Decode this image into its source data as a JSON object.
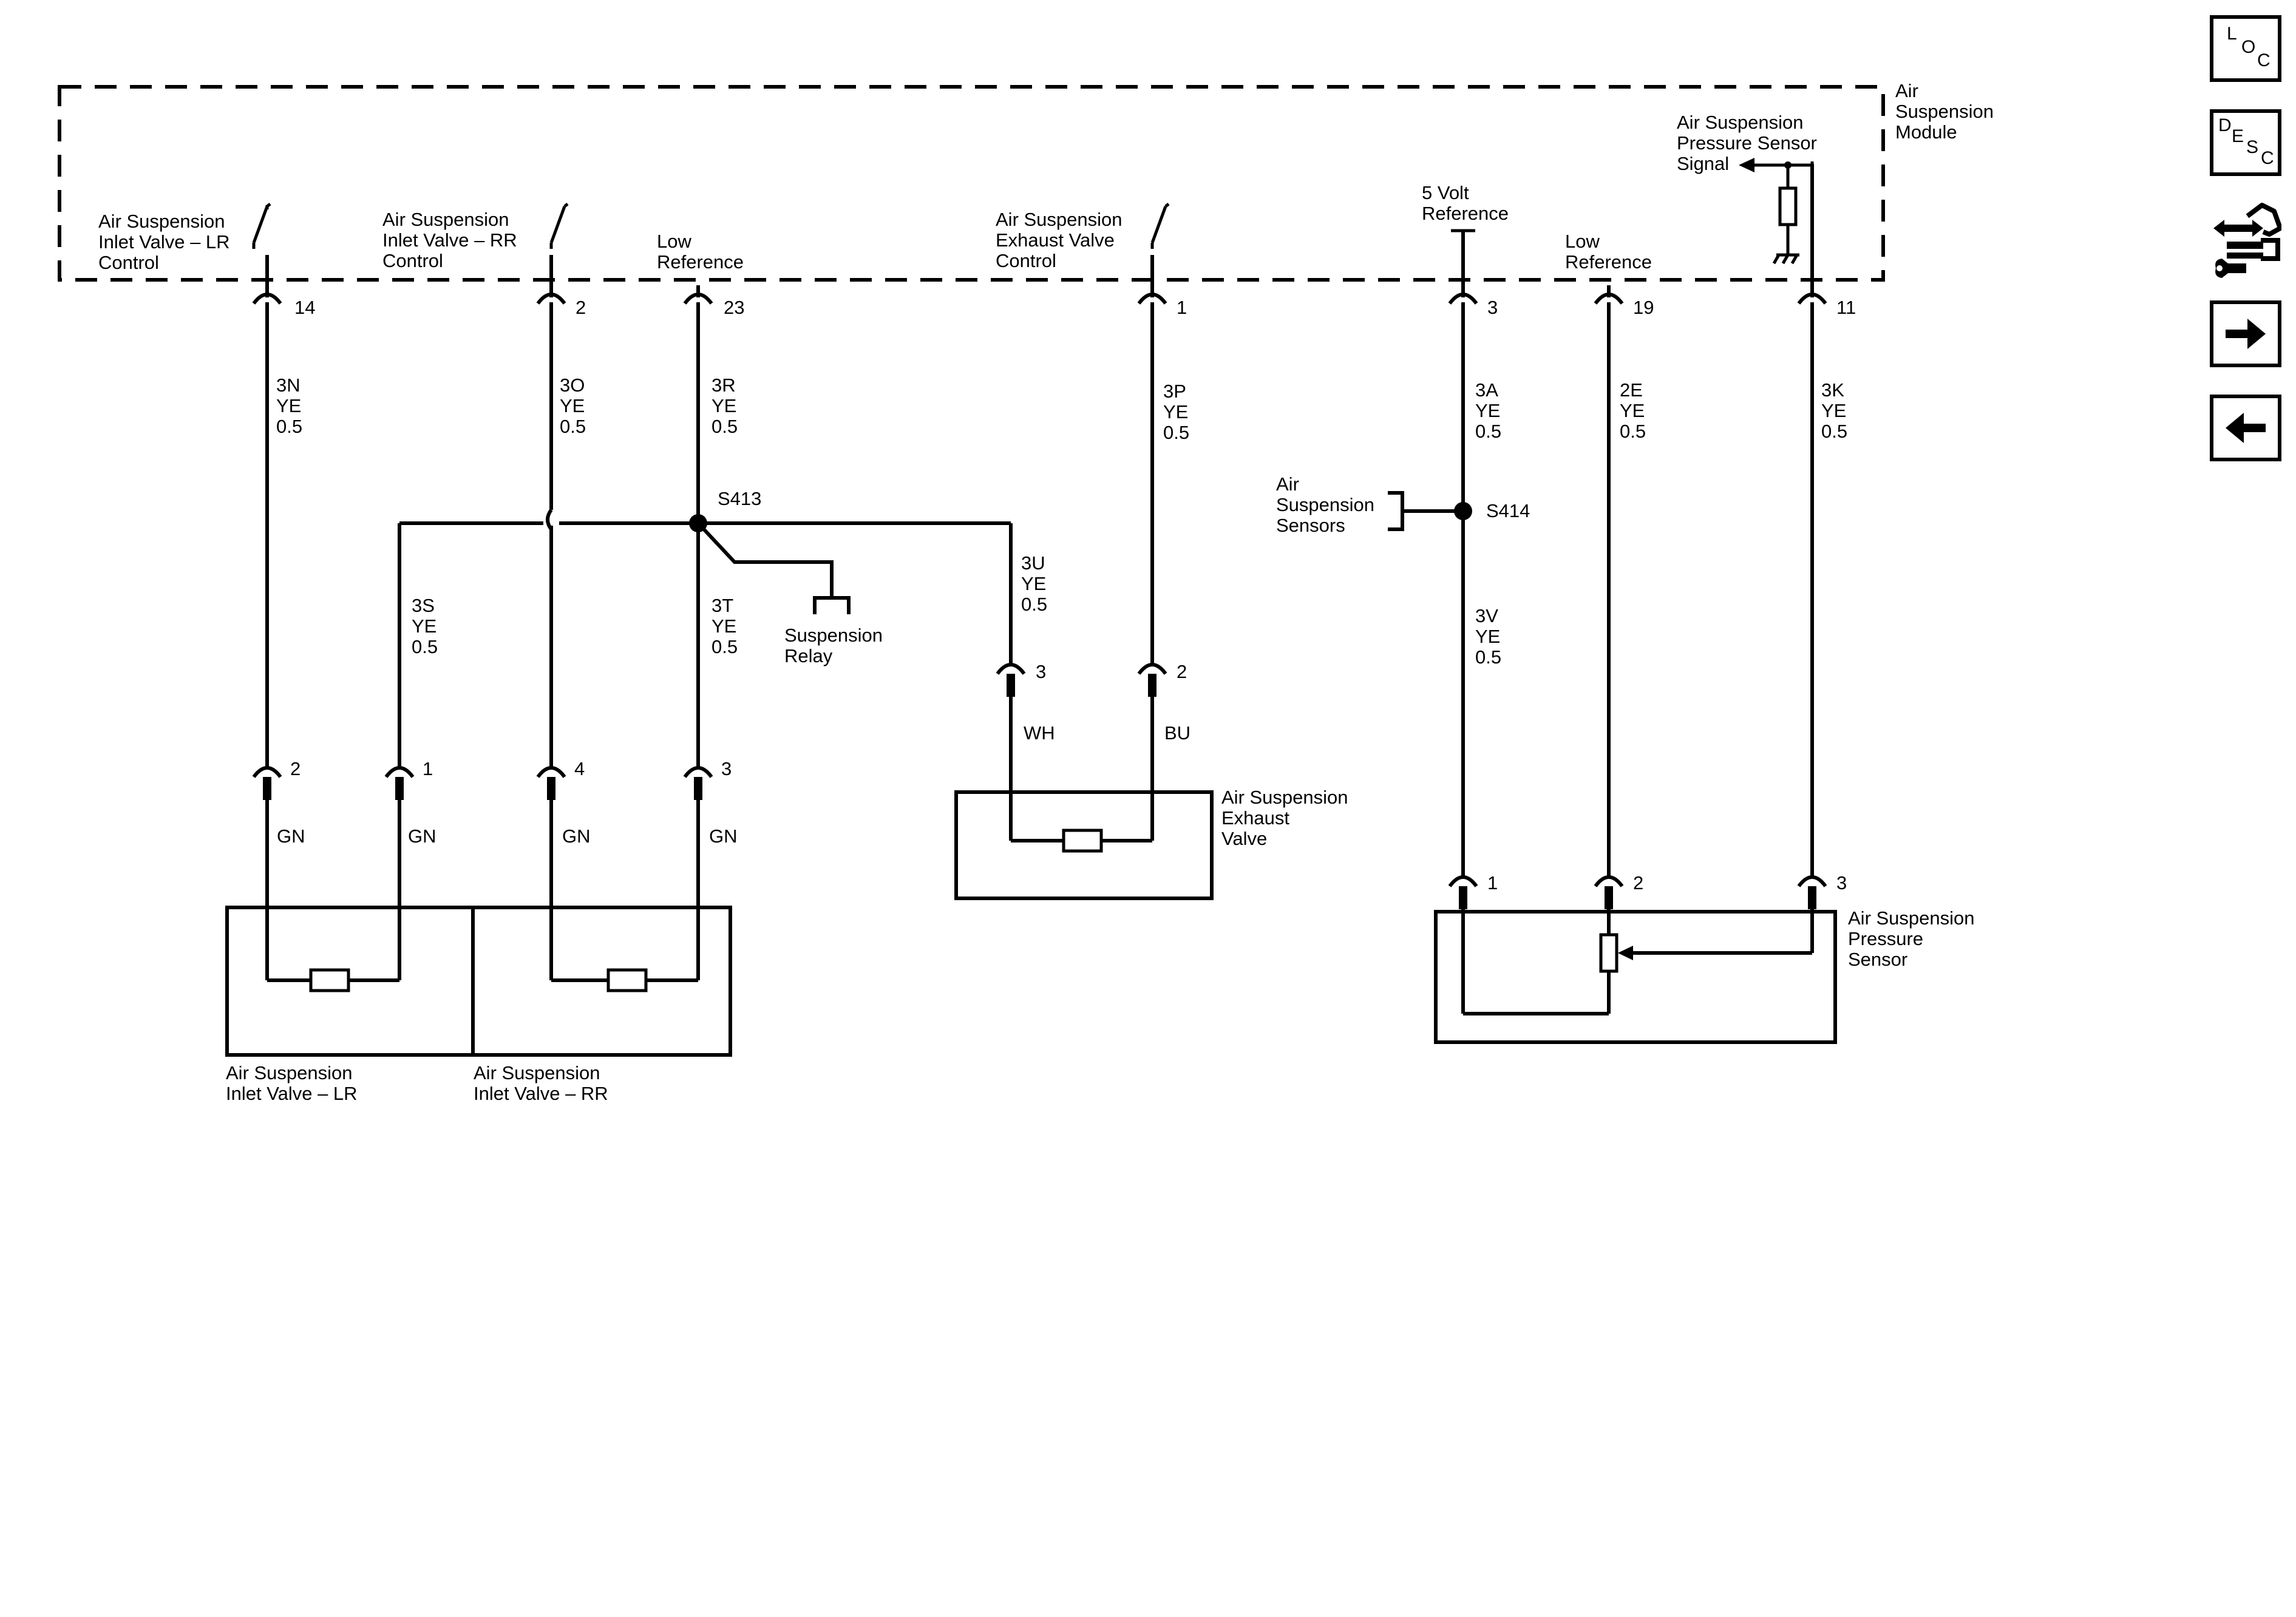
{
  "module": {
    "label": [
      "Air",
      "Suspension",
      "Module"
    ]
  },
  "module_pins": {
    "inlet_lr": {
      "label": [
        "Air Suspension",
        "Inlet Valve – LR",
        "Control"
      ],
      "pin": "14",
      "wire": [
        "3N",
        "YE",
        "0.5"
      ]
    },
    "inlet_rr": {
      "label": [
        "Air Suspension",
        "Inlet Valve – RR",
        "Control"
      ],
      "pin": "2",
      "wire": [
        "3O",
        "YE",
        "0.5"
      ]
    },
    "low_ref_1": {
      "label": [
        "Low",
        "Reference"
      ],
      "pin": "23",
      "wire": [
        "3R",
        "YE",
        "0.5"
      ]
    },
    "exhaust": {
      "label": [
        "Air Suspension",
        "Exhaust Valve",
        "Control"
      ],
      "pin": "1",
      "wire": [
        "3P",
        "YE",
        "0.5"
      ]
    },
    "five_volt": {
      "label": [
        "5 Volt",
        "Reference"
      ],
      "pin": "3",
      "wire": [
        "3A",
        "YE",
        "0.5"
      ]
    },
    "low_ref_2": {
      "label": [
        "Low",
        "Reference"
      ],
      "pin": "19",
      "wire": [
        "2E",
        "YE",
        "0.5"
      ]
    },
    "pressure_signal": {
      "label": [
        "Air Suspension",
        "Pressure Sensor",
        "Signal"
      ],
      "pin": "11",
      "wire": [
        "3K",
        "YE",
        "0.5"
      ]
    }
  },
  "splices": {
    "s413": "S413",
    "s414": "S414",
    "s413_wire_3s": [
      "3S",
      "YE",
      "0.5"
    ],
    "s413_wire_3t": [
      "3T",
      "YE",
      "0.5"
    ],
    "s413_wire_3u": [
      "3U",
      "YE",
      "0.5"
    ],
    "s414_wire_3v": [
      "3V",
      "YE",
      "0.5"
    ]
  },
  "suspension_relay": [
    "Suspension",
    "Relay"
  ],
  "air_suspension_sensors": [
    "Air",
    "Suspension",
    "Sensors"
  ],
  "inlet_valves": {
    "pins": [
      {
        "pin": "2",
        "color": "GN"
      },
      {
        "pin": "1",
        "color": "GN"
      },
      {
        "pin": "4",
        "color": "GN"
      },
      {
        "pin": "3",
        "color": "GN"
      }
    ],
    "lr_label": [
      "Air Suspension",
      "Inlet Valve – LR"
    ],
    "rr_label": [
      "Air Suspension",
      "Inlet Valve – RR"
    ]
  },
  "exhaust_valve": {
    "pins": [
      {
        "pin": "3",
        "color": "WH"
      },
      {
        "pin": "2",
        "color": "BU"
      }
    ],
    "label": [
      "Air Suspension",
      "Exhaust",
      "Valve"
    ]
  },
  "pressure_sensor": {
    "pins": [
      "1",
      "2",
      "3"
    ],
    "label": [
      "Air Suspension",
      "Pressure",
      "Sensor"
    ]
  },
  "nav": {
    "loc": [
      "L",
      "O",
      "C"
    ],
    "desc": [
      "D",
      "E",
      "S",
      "C"
    ],
    "icons": [
      "connector-info-icon",
      "next-arrow-icon",
      "back-arrow-icon"
    ]
  }
}
